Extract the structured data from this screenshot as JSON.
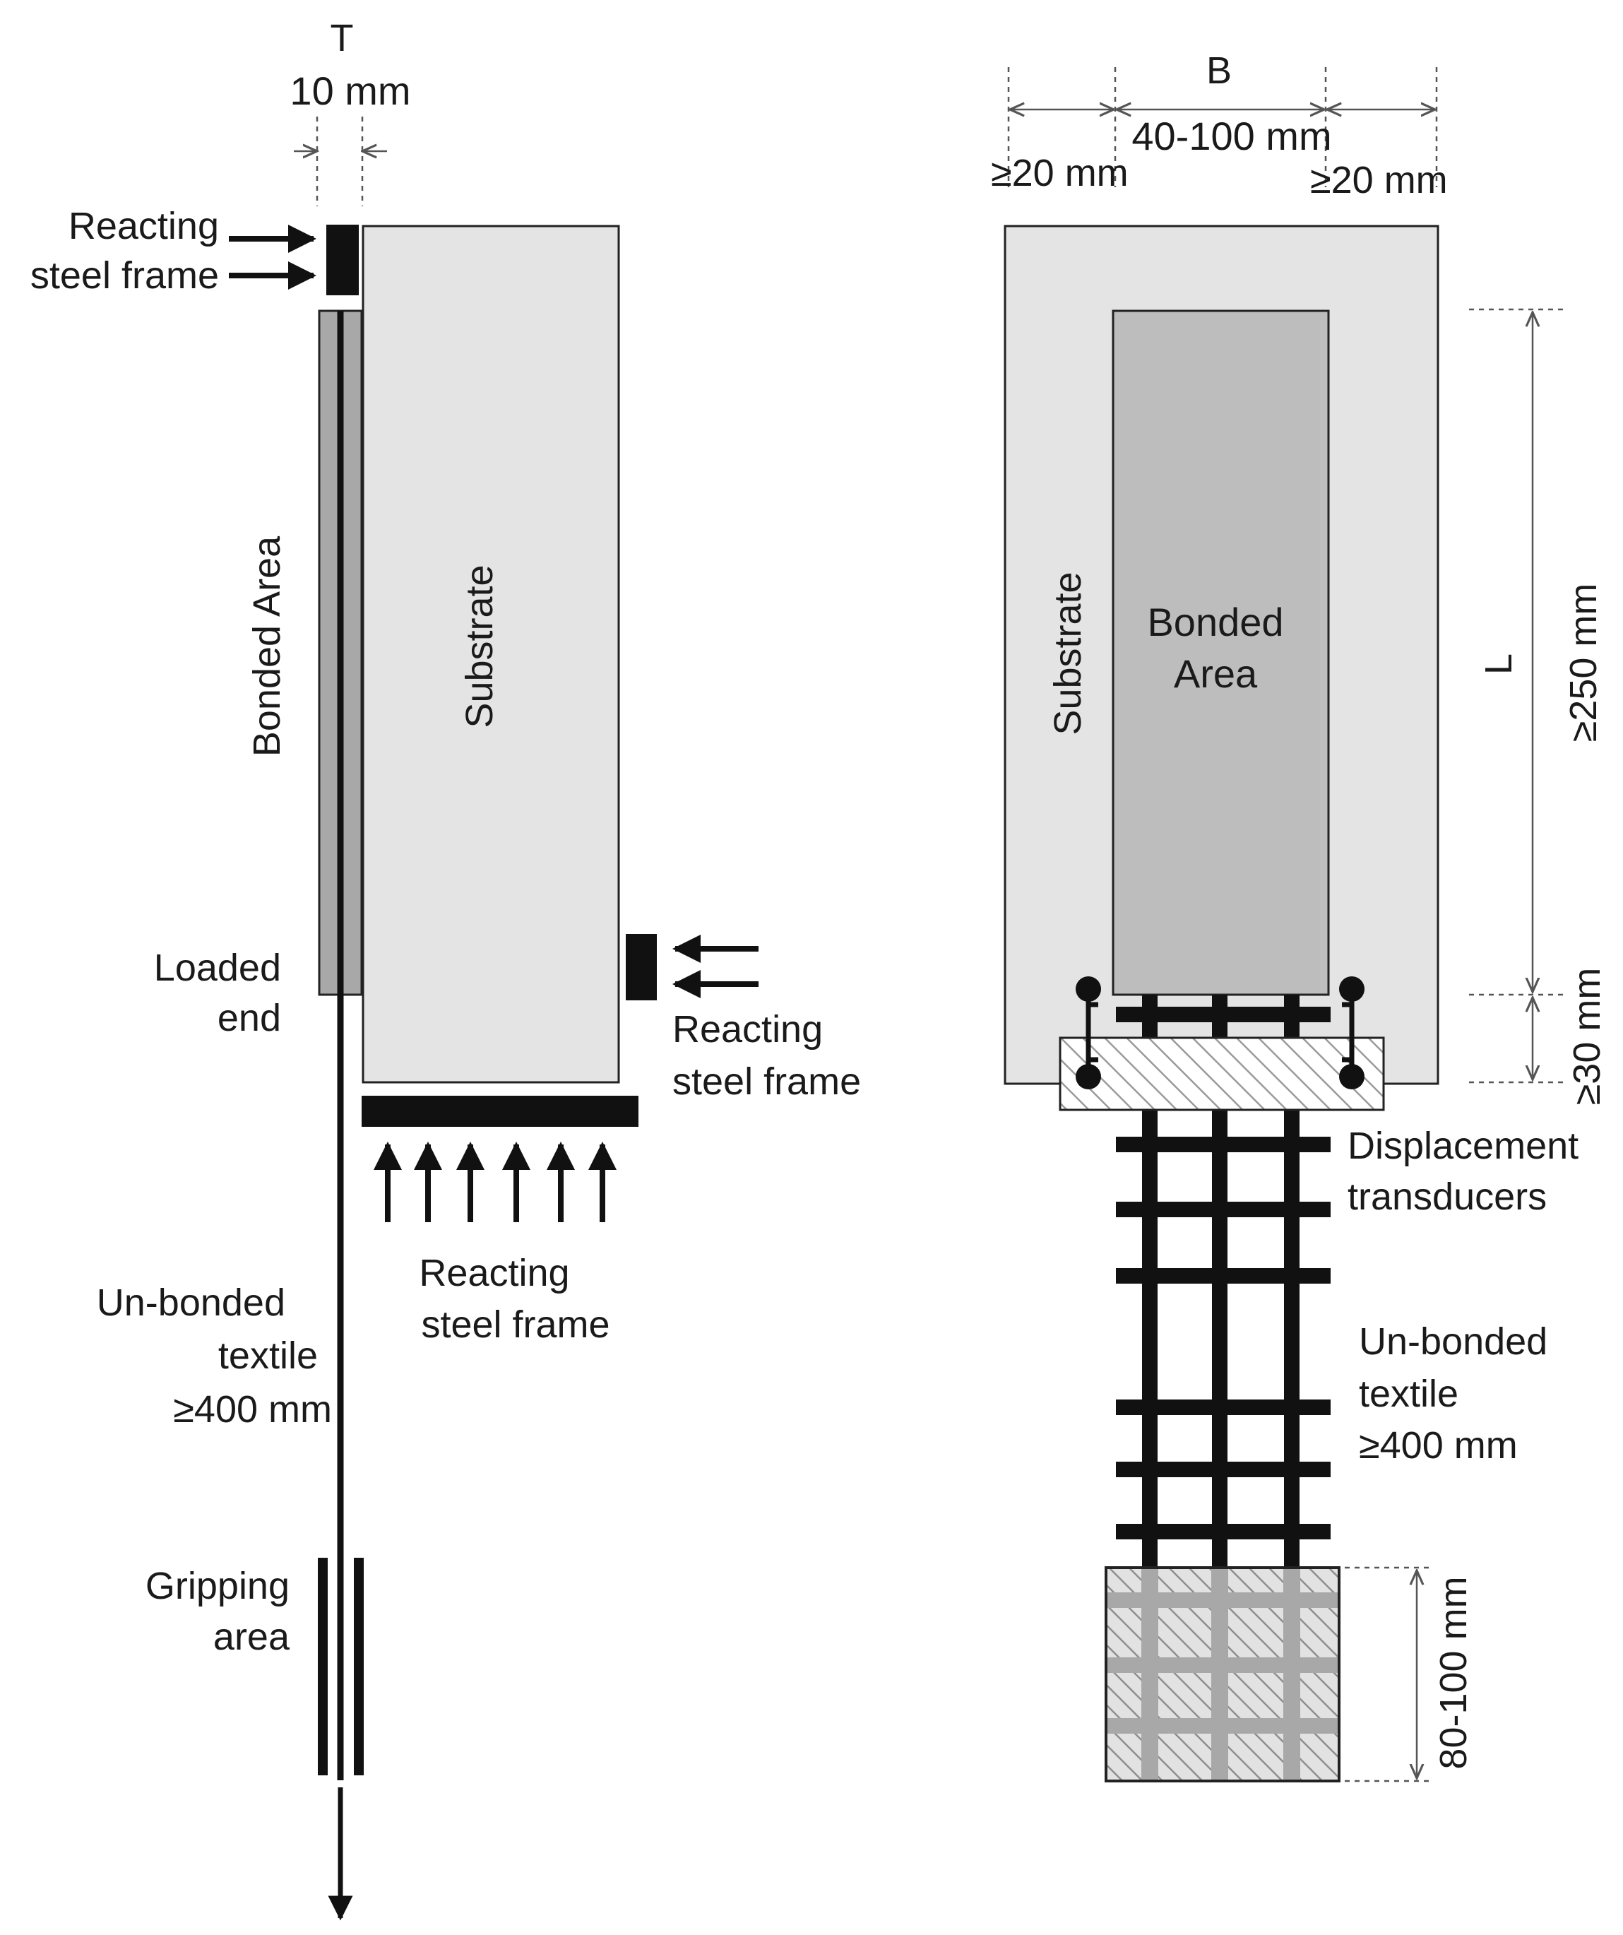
{
  "colors": {
    "substrate": "#e4e4e4",
    "bonded_area": "#bdbdbd",
    "bonded_strip": "#a8a8a8",
    "steel": "#111111",
    "hatch": "#9a9a9a",
    "outline": "#222222"
  },
  "side_view": {
    "thickness_symbol": "T",
    "thickness_value": "10 mm",
    "top_frame_label_line1": "Reacting",
    "top_frame_label_line2": "steel frame",
    "bonded_area_label": "Bonded Area",
    "substrate_label": "Substrate",
    "loaded_end_line1": "Loaded",
    "loaded_end_line2": "end",
    "side_frame_label_line1": "Reacting",
    "side_frame_label_line2": "steel frame",
    "bottom_frame_label_line1": "Reacting",
    "bottom_frame_label_line2": "steel frame",
    "unbonded_line1": "Un-bonded",
    "unbonded_line2": "textile",
    "unbonded_line3": "≥400 mm",
    "gripping_line1": "Gripping",
    "gripping_line2": "area"
  },
  "front_view": {
    "width_symbol": "B",
    "width_value": "40-100  mm",
    "left_margin": "≥20 mm",
    "right_margin": "≥20 mm",
    "substrate_label": "Substrate",
    "bonded_line1": "Bonded",
    "bonded_line2": "Area",
    "length_symbol": "L",
    "length_value": "≥250 mm",
    "offset_value": "≥30 mm",
    "transducers_line1": "Displacement",
    "transducers_line2": "transducers",
    "unbonded_line1": "Un-bonded",
    "unbonded_line2": "textile",
    "unbonded_line3": "≥400 mm",
    "grip_length": "80-100 mm"
  }
}
